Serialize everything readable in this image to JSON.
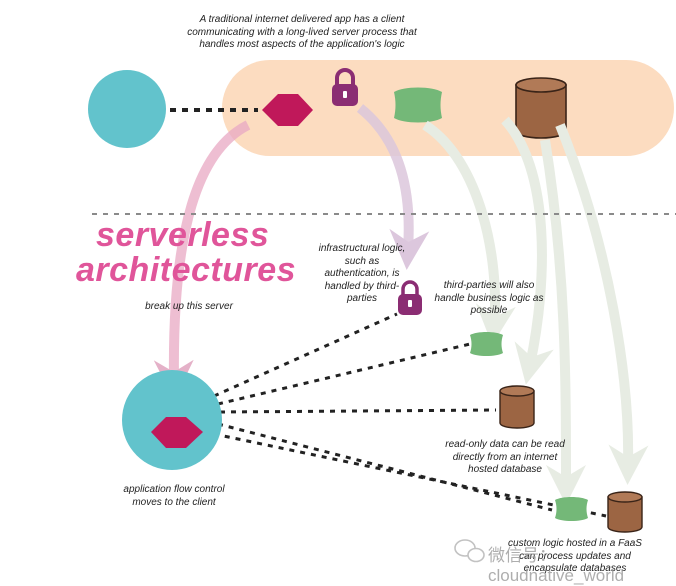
{
  "top_caption": "A traditional internet delivered app has a client communicating with a long-lived server process that handles most aspects of the application's logic",
  "headline": {
    "line1": "serverless",
    "line2": "architectures",
    "color": "#e0559a"
  },
  "notes": {
    "break_up": "break up this server",
    "infrastructural": "infrastructural logic, such as authentication, is handled by third-parties",
    "third_parties": "third-parties will also handle business logic as possible",
    "read_only": "read-only data can be read directly from an internet hosted database",
    "flow_control": "application flow control moves to the client",
    "faas": "custom logic hosted in a FaaS can process updates and encapsulate databases"
  },
  "watermark": "微信号：cloudnative_world",
  "colors": {
    "client": "#62c3cc",
    "server_band": "#fcdcc0",
    "logic_diamond": "#c0185a",
    "auth_lock": "#8b2d73",
    "business_logic": "#74b878",
    "database": "#9c6543",
    "arrow_light": "#e7ece3",
    "arrow_lavender": "#dcc7dc",
    "arrow_pink": "#e9a9c4"
  },
  "icons": {
    "client_top": "client-circle-icon",
    "client_bottom": "client-circle-icon",
    "logic": "diamond-icon",
    "auth": "lock-icon",
    "business": "bowtie-icon",
    "db": "database-cylinder-icon",
    "wechat": "wechat-icon"
  }
}
